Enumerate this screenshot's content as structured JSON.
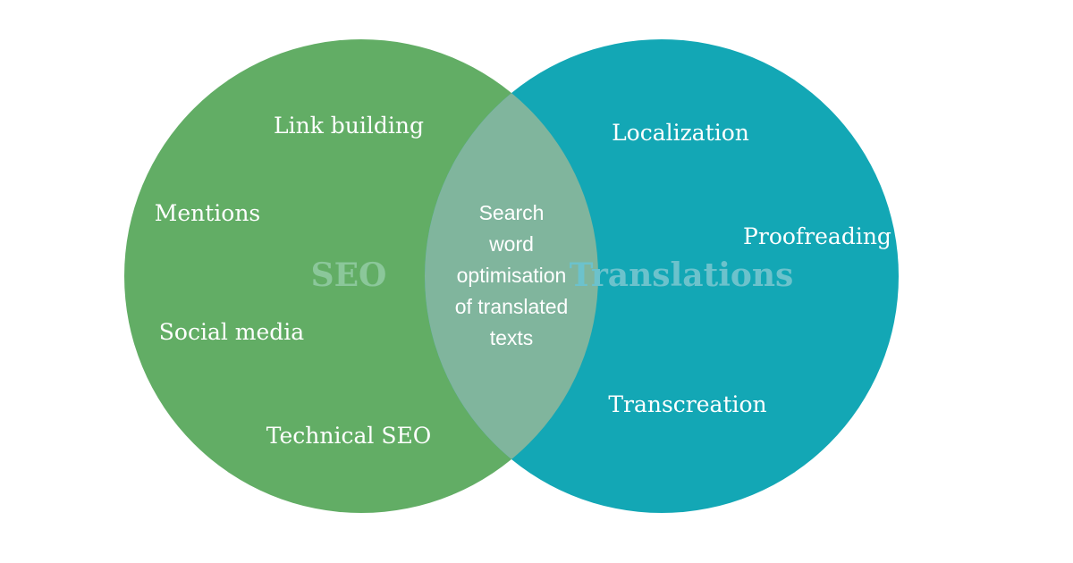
{
  "colors": {
    "left_circle": "#62ad65",
    "right_circle": "#13a7b5",
    "overlap": "#80b59d",
    "text": "#ffffff",
    "left_title": "#8bc79a",
    "right_title": "#6cc2cc",
    "background": "#ffffff"
  },
  "left": {
    "title": "SEO",
    "items": [
      "Link building",
      "Mentions",
      "Social media",
      "Technical SEO"
    ]
  },
  "right": {
    "title": "Translations",
    "items": [
      "Localization",
      "Proofreading",
      "Transcreation"
    ]
  },
  "overlap": {
    "lines": [
      "Search",
      "word",
      "optimisation",
      "of translated",
      "texts"
    ]
  }
}
